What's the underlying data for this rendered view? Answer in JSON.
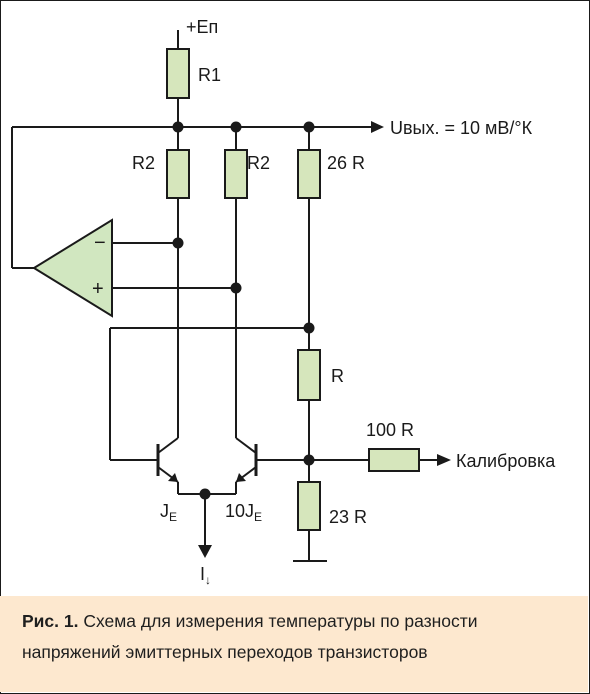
{
  "labels": {
    "supply": "+Eп",
    "r1": "R1",
    "r2_left": "R2",
    "r2_right": "R2",
    "r26": "26 R",
    "r_mid": "R",
    "r100": "100 R",
    "r23": "23 R",
    "output": "Uвых. = 10 мВ/°К",
    "calibration": "Калибровка",
    "minus": "−",
    "plus": "+",
    "je_left_main": "J",
    "je_left_sub": "E",
    "je_right_main": "10J",
    "je_right_sub": "E",
    "current_main": "I",
    "current_arrow": "↓"
  },
  "caption": {
    "lead": "Рис. 1.",
    "text": " Схема для измерения температуры по разности напряжений эмиттерных переходов транзисторов"
  },
  "colors": {
    "component_fill": "#d6e6bc",
    "opamp_fill": "#d1e7c0",
    "wire": "#1a1a1a",
    "caption_background": "#fde8cf"
  }
}
